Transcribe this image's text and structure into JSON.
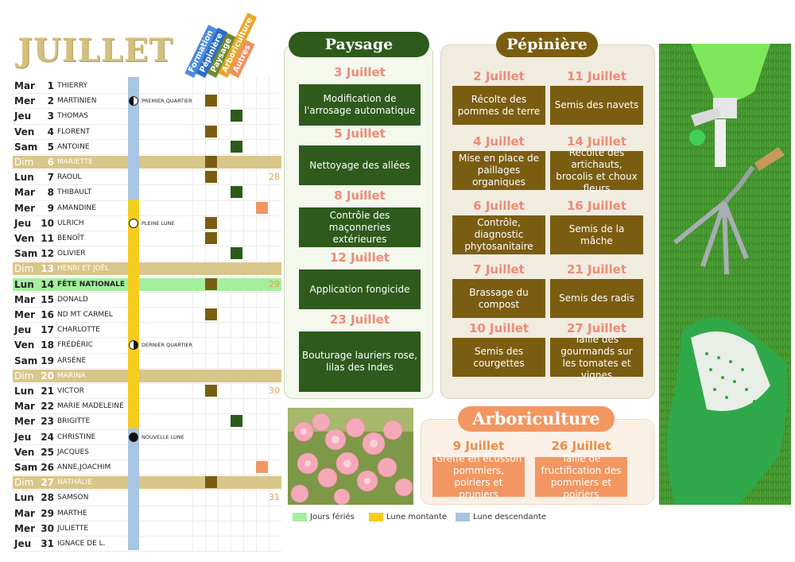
{
  "title": "JUILLET",
  "columns": [
    "Formation",
    "Pépinière",
    "Paysage",
    "Arboriculture",
    "Autres"
  ],
  "days": [
    {
      "abbr": "Mar",
      "num": "1",
      "name": "THIERRY",
      "type": "normal"
    },
    {
      "abbr": "Mer",
      "num": "2",
      "name": "MARTINIEN",
      "type": "normal"
    },
    {
      "abbr": "Jeu",
      "num": "3",
      "name": "THOMAS",
      "type": "normal"
    },
    {
      "abbr": "Ven",
      "num": "4",
      "name": "FLORENT",
      "type": "normal"
    },
    {
      "abbr": "Sam",
      "num": "5",
      "name": "ANTOINE",
      "type": "normal"
    },
    {
      "abbr": "Dim",
      "num": "6",
      "name": "MARIETTE",
      "type": "weekend"
    },
    {
      "abbr": "Lun",
      "num": "7",
      "name": "RAOUL",
      "type": "normal"
    },
    {
      "abbr": "Mar",
      "num": "8",
      "name": "THIBAULT",
      "type": "normal"
    },
    {
      "abbr": "Mer",
      "num": "9",
      "name": "AMANDINE",
      "type": "normal"
    },
    {
      "abbr": "Jeu",
      "num": "10",
      "name": "ULRICH",
      "type": "normal"
    },
    {
      "abbr": "Ven",
      "num": "11",
      "name": "BENOÎT",
      "type": "normal"
    },
    {
      "abbr": "Sam",
      "num": "12",
      "name": "OLIVIER",
      "type": "normal"
    },
    {
      "abbr": "Dim",
      "num": "13",
      "name": "HENRI ET JOËL",
      "type": "weekend"
    },
    {
      "abbr": "Lun",
      "num": "14",
      "name": "FÊTE NATIONALE",
      "type": "holiday"
    },
    {
      "abbr": "Mar",
      "num": "15",
      "name": "DONALD",
      "type": "normal"
    },
    {
      "abbr": "Mer",
      "num": "16",
      "name": "ND MT CARMEL",
      "type": "normal"
    },
    {
      "abbr": "Jeu",
      "num": "17",
      "name": "CHARLOTTE",
      "type": "normal"
    },
    {
      "abbr": "Ven",
      "num": "18",
      "name": "FRÉDÉRIC",
      "type": "normal"
    },
    {
      "abbr": "Sam",
      "num": "19",
      "name": "ARSÈNE",
      "type": "normal"
    },
    {
      "abbr": "Dim",
      "num": "20",
      "name": "MARINA",
      "type": "weekend"
    },
    {
      "abbr": "Lun",
      "num": "21",
      "name": "VICTOR",
      "type": "normal"
    },
    {
      "abbr": "Mar",
      "num": "22",
      "name": "MARIE MADELEINE",
      "type": "normal"
    },
    {
      "abbr": "Mer",
      "num": "23",
      "name": "BRIGITTE",
      "type": "normal"
    },
    {
      "abbr": "Jeu",
      "num": "24",
      "name": "CHRISTINE",
      "type": "normal"
    },
    {
      "abbr": "Ven",
      "num": "25",
      "name": "JACQUES",
      "type": "normal"
    },
    {
      "abbr": "Sam",
      "num": "26",
      "name": "ANNE,JOACHIM",
      "type": "normal"
    },
    {
      "abbr": "Dim",
      "num": "27",
      "name": "NATHALIE",
      "type": "weekend"
    },
    {
      "abbr": "Lun",
      "num": "28",
      "name": "SAMSON",
      "type": "normal"
    },
    {
      "abbr": "Mar",
      "num": "29",
      "name": "MARTHE",
      "type": "normal"
    },
    {
      "abbr": "Mer",
      "num": "30",
      "name": "JULIETTE",
      "type": "normal"
    },
    {
      "abbr": "Jeu",
      "num": "31",
      "name": "IGNACE DE L.",
      "type": "normal"
    }
  ],
  "moon_strip": {
    "descending_days": [
      "1-8",
      "24-31"
    ],
    "ascending_days": [
      "9-23"
    ]
  },
  "moons": [
    {
      "day": 2,
      "phase": "first",
      "label": "PREMIER QUARTIER"
    },
    {
      "day": 10,
      "phase": "full",
      "label": "PLEINE LUNE"
    },
    {
      "day": 18,
      "phase": "last",
      "label": "DERNIER QUARTIER"
    },
    {
      "day": 24,
      "phase": "new",
      "label": "NOUVELLE LUNE"
    }
  ],
  "activities": [
    {
      "day": 2,
      "col": 0
    },
    {
      "day": 3,
      "col": 2
    },
    {
      "day": 4,
      "col": 0
    },
    {
      "day": 5,
      "col": 2
    },
    {
      "day": 6,
      "col": 0
    },
    {
      "day": 7,
      "col": 0
    },
    {
      "day": 8,
      "col": 2
    },
    {
      "day": 9,
      "col": 4
    },
    {
      "day": 10,
      "col": 0
    },
    {
      "day": 11,
      "col": 0
    },
    {
      "day": 12,
      "col": 2
    },
    {
      "day": 14,
      "col": 0
    },
    {
      "day": 16,
      "col": 0
    },
    {
      "day": 21,
      "col": 0
    },
    {
      "day": 23,
      "col": 2
    },
    {
      "day": 26,
      "col": 4
    },
    {
      "day": 27,
      "col": 0
    }
  ],
  "week_numbers": [
    {
      "day": 7,
      "num": "28"
    },
    {
      "day": 14,
      "num": "29"
    },
    {
      "day": 21,
      "num": "30"
    },
    {
      "day": 28,
      "num": "31"
    }
  ],
  "paysage": {
    "title": "Paysage",
    "items": [
      {
        "date": "3 Juillet",
        "task": "Modification de l'arrosage automatique"
      },
      {
        "date": "5 Juillet",
        "task": "Nettoyage des allées"
      },
      {
        "date": "8 Juillet",
        "task": "Contrôle des maçonneries extérieures"
      },
      {
        "date": "12 Juillet",
        "task": "Application fongicide"
      },
      {
        "date": "23 Juillet",
        "task": "Bouturage lauriers rose, lilas des Indes"
      }
    ]
  },
  "pepiniere": {
    "title": "Pépinière",
    "items": [
      {
        "date": "2 Juillet",
        "task": "Récolte des pommes de terre"
      },
      {
        "date": "11 Juillet",
        "task": "Semis des navets"
      },
      {
        "date": "4 Juillet",
        "task": "Mise en place de paillages organiques"
      },
      {
        "date": "14 Juillet",
        "task": "Récolte des artichauts, brocolis et choux fleurs"
      },
      {
        "date": "6 Juillet",
        "task": "Contrôle, diagnostic phytosanitaire"
      },
      {
        "date": "16 Juillet",
        "task": "Semis de la mâche"
      },
      {
        "date": "7 Juillet",
        "task": "Brassage du compost"
      },
      {
        "date": "21 Juillet",
        "task": "Semis des radis"
      },
      {
        "date": "10 Juillet",
        "task": "Semis des courgettes"
      },
      {
        "date": "27 Juillet",
        "task": "Taille des gourmands sur les tomates et vignes"
      }
    ]
  },
  "arboriculture": {
    "title": "Arboriculture",
    "items": [
      {
        "date": "9 Juillet",
        "task": "Greffe en écusson pommiers, poiriers et pruniers"
      },
      {
        "date": "26 Juillet",
        "task": "Taille de fructification des pommiers et poiriers"
      }
    ]
  },
  "legend": [
    {
      "label": "Jours fériés",
      "color": "#a3ef9e"
    },
    {
      "label": "Lune montante",
      "color": "#f5cd1e"
    },
    {
      "label": "Lune descendante",
      "color": "#a8c5e3"
    }
  ],
  "colors": {
    "paysage": "#2e5a1c",
    "pepiniere": "#7b5d12",
    "arboriculture": "#f29762",
    "date_label": "#ef8a78",
    "weekend": "#d9c68a",
    "holiday": "#a3ef9e"
  },
  "pictures": {
    "flowers": "pink-oleander-flowers",
    "tools": "garden-tools-on-grass"
  }
}
